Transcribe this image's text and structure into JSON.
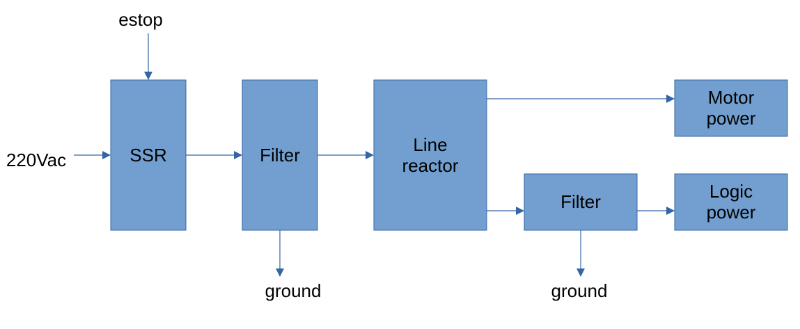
{
  "blocks": {
    "ssr": "SSR",
    "filter1": "Filter",
    "line_reactor": [
      "Line",
      "reactor"
    ],
    "filter2": "Filter",
    "motor_power": [
      "Motor",
      "power"
    ],
    "logic_power": [
      "Logic",
      "power"
    ]
  },
  "terminals": {
    "input": "220Vac",
    "estop": "estop",
    "ground1": "ground",
    "ground2": "ground"
  },
  "colors": {
    "block_fill": "#729fcf",
    "block_stroke": "#3465a4",
    "connector": "#3465a4",
    "text": "#000000"
  }
}
